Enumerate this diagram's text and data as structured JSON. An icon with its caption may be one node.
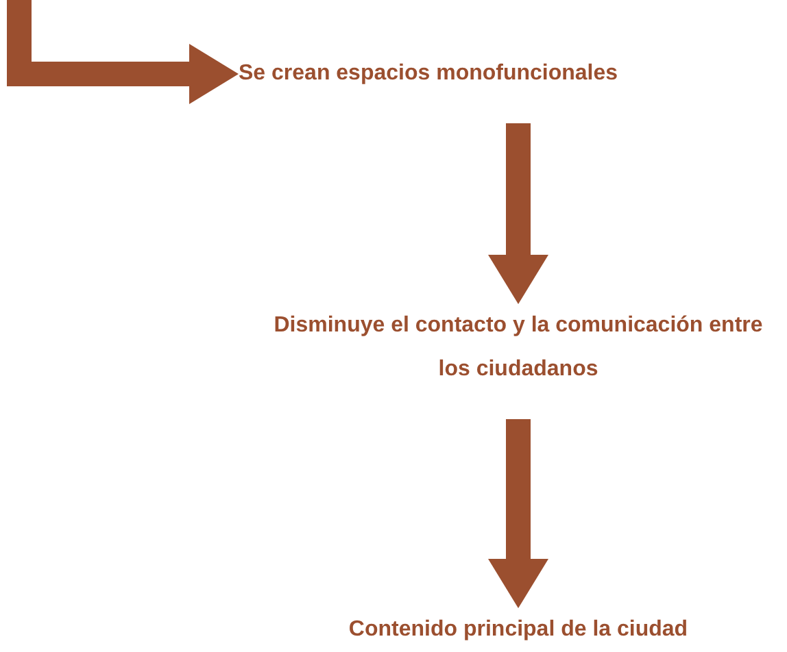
{
  "diagram": {
    "nodes": [
      {
        "text": [
          "Se crean espacios monofuncionales"
        ]
      },
      {
        "text": [
          "Disminuye el contacto y la comunicación entre los ciudadanos"
        ]
      },
      {
        "text": [
          "Contenido principal de la ciudad"
        ]
      }
    ],
    "edges": [
      {
        "from": null,
        "to": 0,
        "arrow": "to"
      },
      {
        "from": 0,
        "to": 1,
        "arrow": "to"
      },
      {
        "from": 1,
        "to": 2,
        "arrow": "to"
      }
    ]
  }
}
